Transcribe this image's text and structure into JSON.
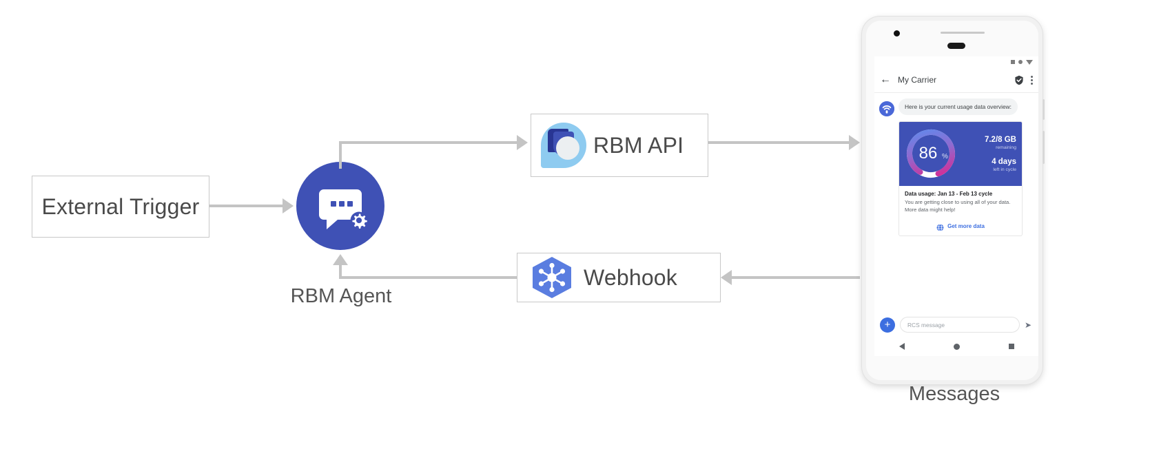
{
  "diagram": {
    "nodes": {
      "external_trigger": {
        "label": "External Trigger"
      },
      "rbm_agent": {
        "caption": "RBM Agent",
        "icon": "chat-gear-icon"
      },
      "rbm_api": {
        "label": "RBM API",
        "icon": "rbm-api-logo-icon"
      },
      "webhook": {
        "label": "Webhook",
        "icon": "webhook-hexagon-icon"
      },
      "messages": {
        "caption": "Messages"
      }
    },
    "colors": {
      "agent_blue": "#3f51b5",
      "webhook_blue": "#5a7de0",
      "api_light_blue": "#8ecbf0",
      "arrow_gray": "#c4c4c4",
      "box_border": "#c8c8c8"
    }
  },
  "phone": {
    "status_icons": [
      "square-icon",
      "dot-icon",
      "triangle-icon"
    ],
    "app_bar": {
      "back_icon": "back-arrow-icon",
      "title": "My Carrier",
      "verified_icon": "verified-shield-icon",
      "menu_icon": "kebab-menu-icon"
    },
    "conversation": {
      "avatar_icon": "carrier-signal-icon",
      "message_text": "Here is your current usage data overview:",
      "card": {
        "gauge": {
          "percent": "86",
          "percent_symbol": "%",
          "value": 86
        },
        "stats": [
          {
            "value": "7.2/8 GB",
            "label": "remaining"
          },
          {
            "value": "4 days",
            "label": "left in cycle"
          }
        ],
        "title": "Data usage: Jan 13 - Feb 13 cycle",
        "body_line1": "You are getting close to using all of your data.",
        "body_line2": "More data might help!",
        "action": {
          "icon": "globe-icon",
          "label": "Get more data"
        }
      }
    },
    "composer": {
      "add_icon": "plus-icon",
      "placeholder": "RCS message",
      "send_icon": "send-icon"
    },
    "navbar": [
      "back-nav-icon",
      "home-nav-icon",
      "recents-nav-icon"
    ]
  }
}
